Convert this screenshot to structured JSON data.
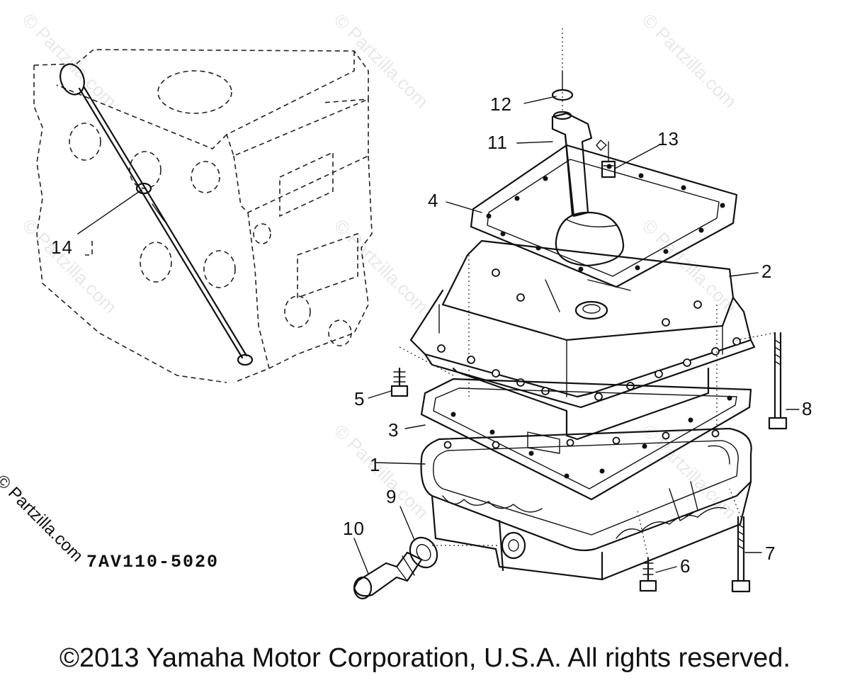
{
  "diagram": {
    "code": "7AV110-5020",
    "callouts": [
      "1",
      "2",
      "3",
      "4",
      "5",
      "6",
      "7",
      "8",
      "9",
      "10",
      "11",
      "12",
      "13",
      "14"
    ],
    "watermark": "© Partzilla.com",
    "side_mark": "© Partzilla.com",
    "copyright": "©2013 Yamaha Motor Corporation, U.S.A. All rights reserved."
  }
}
